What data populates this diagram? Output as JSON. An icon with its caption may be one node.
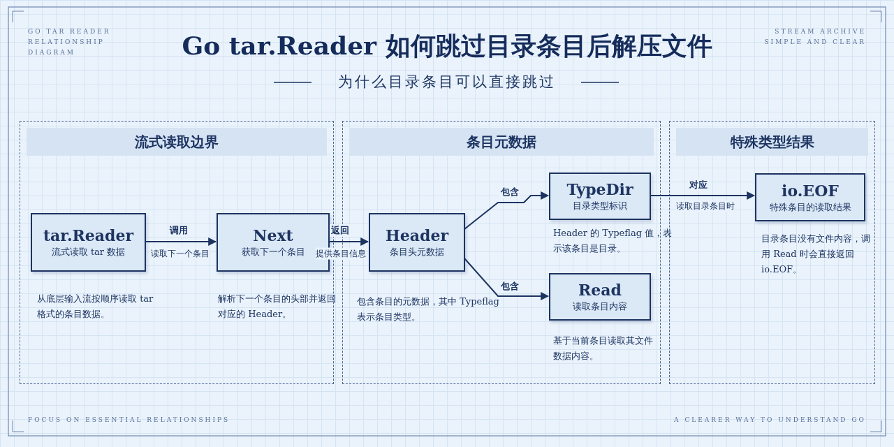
{
  "diagram": {
    "title": "Go tar.Reader 如何跳过目录条目后解压文件",
    "nodes": [
      {
        "text": [
          "流式读取边界"
        ]
      },
      {
        "text": [
          "条目元数据"
        ]
      },
      {
        "text": [
          "特殊类型结果"
        ]
      },
      {
        "text": [
          "tar.Reader",
          "流式读取 tar 数据"
        ],
        "in": 0,
        "beside": [
          "从底层输入流按顺序读取 tar 格式的条目数据。"
        ]
      },
      {
        "text": [
          "Next",
          "获取下一个条目"
        ],
        "in": 0,
        "beside": [
          "解析下一个条目的头部并返回对应的 Header。"
        ]
      },
      {
        "text": [
          "Header",
          "条目头元数据"
        ],
        "in": 1,
        "beside": [
          "包含条目的元数据，其中 Typeflag 表示条目类型。"
        ]
      },
      {
        "text": [
          "TypeDir",
          "目录类型标识"
        ],
        "in": 1,
        "beside": [
          "Header 的 Typeflag 值，表示该条目是目录。"
        ]
      },
      {
        "text": [
          "Read",
          "读取条目内容"
        ],
        "in": 1,
        "beside": [
          "基于当前条目读取其文件数据内容。"
        ]
      },
      {
        "text": [
          "io.EOF",
          "特殊条目的读取结果"
        ],
        "in": 2,
        "beside": [
          "目录条目没有文件内容，调用 Read 时会直接返回 io.EOF。"
        ]
      }
    ],
    "edges": [
      {
        "from": 3,
        "to": 4,
        "arrow": "to",
        "label": "调用"
      },
      {
        "from": 4,
        "to": 5,
        "arrow": "to",
        "label": "返回"
      },
      {
        "from": 5,
        "to": 6,
        "arrow": "to",
        "label": "包含"
      },
      {
        "from": 5,
        "to": 7,
        "arrow": "to",
        "label": "包含"
      },
      {
        "from": 6,
        "to": 8,
        "arrow": "to",
        "label": "对应"
      }
    ],
    "labels": [
      "GO TAR READER RELATIONSHIP DIAGRAM",
      "STREAM ARCHIVE SIMPLE AND CLEAR",
      "为什么目录条目可以直接跳过",
      "读取下一个条目",
      "提供条目信息",
      "读取目录条目时",
      "FOCUS ON ESSENTIAL RELATIONSHIPS",
      "A CLEARER WAY TO UNDERSTAND GO"
    ]
  }
}
